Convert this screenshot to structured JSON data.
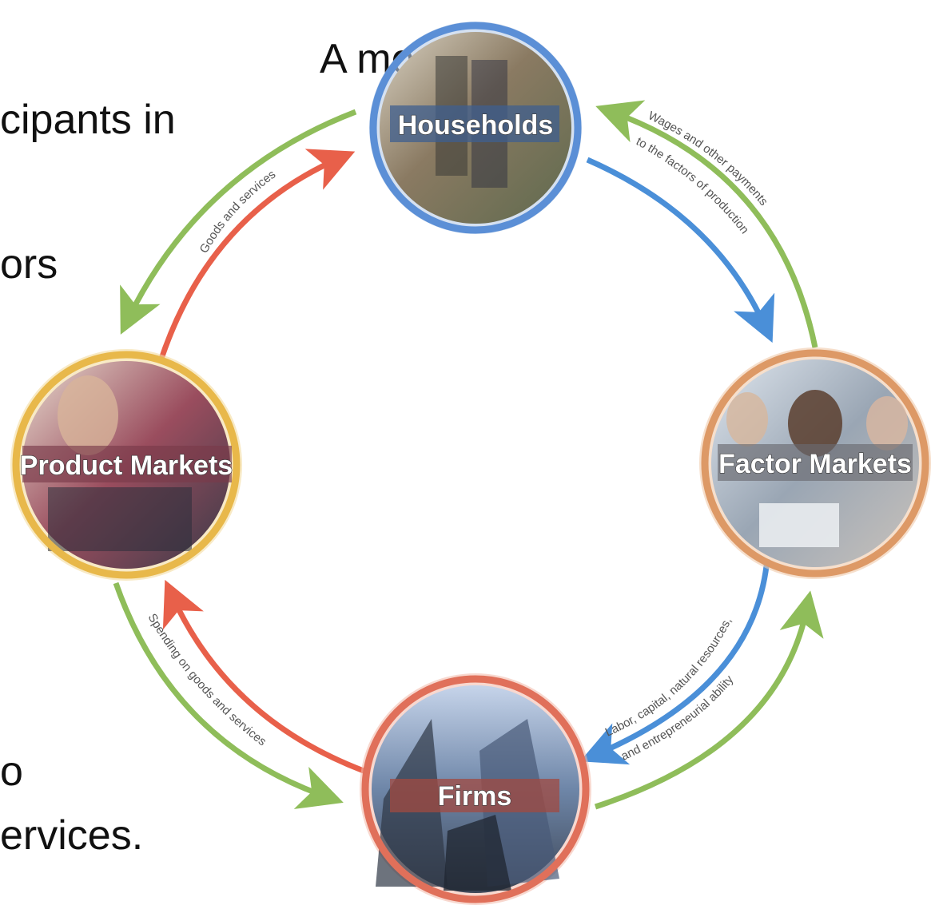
{
  "slide_text": [
    "A  model",
    "cipants in",
    "ors",
    "o",
    "ervices."
  ],
  "nodes": {
    "households": "Households",
    "product_markets": "Product Markets",
    "factor_markets": "Factor Markets",
    "firms": "Firms"
  },
  "flows": {
    "goods_and_services": "Goods and services",
    "wages_line1": "Wages and other payments",
    "wages_line2": "to the factors of production",
    "labor_line1": "Labor, capital, natural resources,",
    "labor_line2": "and entrepreneurial ability",
    "spending": "Spending on goods and services"
  },
  "colors": {
    "households_ring": "#5b8fd6",
    "product_markets_ring": "#e8b84a",
    "factor_markets_ring": "#dd9966",
    "firms_ring": "#e0705a",
    "money_flow": "#8fbd5a",
    "goods_flow": "#e8604a",
    "resource_flow": "#4a8fd8"
  }
}
